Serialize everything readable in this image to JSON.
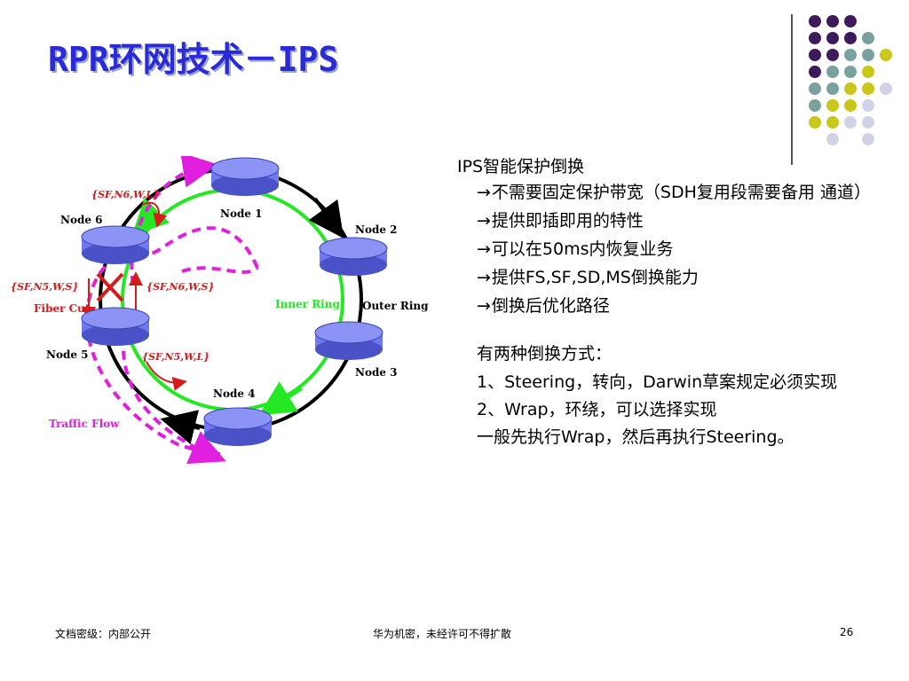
{
  "slide": {
    "title": "RPR环网技术－IPS",
    "page_number": "26"
  },
  "footer": {
    "left": "文档密级：内部公开",
    "center": "华为机密，未经许可不得扩散"
  },
  "colors": {
    "title": "#2a2ad6",
    "node_fill": "#6f78ee",
    "outer_ring": "#000000",
    "inner_ring": "#23e823",
    "traffic_flow": "#e01fe0",
    "label_red": "#d41c1c",
    "dot_purple": "#3d1a5c",
    "dot_teal": "#7aa19e",
    "dot_yellow": "#c9c81a",
    "dot_lavender": "#d2d2e6"
  },
  "diagram": {
    "nodes": [
      "Node 1",
      "Node 2",
      "Node 3",
      "Node 4",
      "Node 5",
      "Node 6"
    ],
    "outer_ring_label": "Outer Ring",
    "inner_ring_label": "Inner Ring",
    "fiber_cut_label": "Fiber Cut",
    "traffic_flow_label": "Traffic Flow",
    "messages": {
      "top": "{SF,N6,W,L}",
      "left": "{SF,N5,W,S}",
      "right": "{SF,N6,W,S}",
      "bottom": "{SF,N5,W,L}"
    }
  },
  "content": {
    "heading": "IPS智能保护倒换",
    "arrow": "→",
    "bullets": [
      "不需要固定保护带宽（SDH复用段需要备用 通道）",
      "提供即插即用的特性",
      "可以在50ms内恢复业务",
      "提供FS,SF,SD,MS倒换能力",
      "倒换后优化路径"
    ],
    "methods_heading": "有两种倒换方式：",
    "method_1": "1、Steering，转向，Darwin草案规定必须实现",
    "method_2": "2、Wrap，环绕，可以选择实现",
    "summary": "一般先执行Wrap，然后再执行Steering。"
  }
}
